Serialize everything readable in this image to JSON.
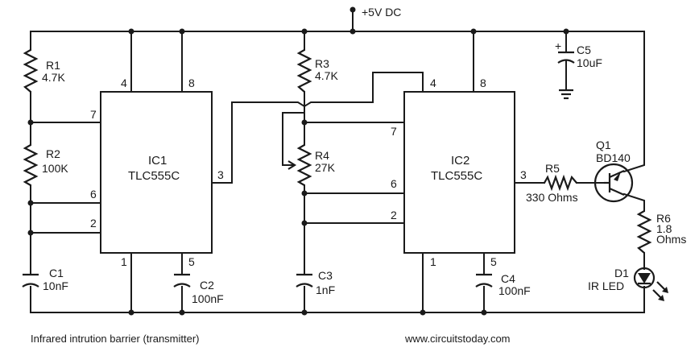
{
  "supply": {
    "label": "+5V DC"
  },
  "components": {
    "r1": {
      "ref": "R1",
      "value": "4.7K"
    },
    "r2": {
      "ref": "R2",
      "value": "100K"
    },
    "r3": {
      "ref": "R3",
      "value": "4.7K"
    },
    "r4": {
      "ref": "R4",
      "value": "27K"
    },
    "r5": {
      "ref": "R5",
      "value": "330 Ohms"
    },
    "r6": {
      "ref": "R6",
      "value": "1.8",
      "value2": "Ohms"
    },
    "c1": {
      "ref": "C1",
      "value": "10nF"
    },
    "c2": {
      "ref": "C2",
      "value": "100nF"
    },
    "c3": {
      "ref": "C3",
      "value": "1nF"
    },
    "c4": {
      "ref": "C4",
      "value": "100nF"
    },
    "c5": {
      "ref": "C5",
      "value": "10uF",
      "polarity": "+"
    },
    "q1": {
      "ref": "Q1",
      "value": "BD140"
    },
    "d1": {
      "ref": "D1",
      "value": "IR LED"
    }
  },
  "ic1": {
    "line1": "IC1",
    "line2": "TLC555C",
    "pins": {
      "p4": "4",
      "p8": "8",
      "p7": "7",
      "p6": "6",
      "p2": "2",
      "p1": "1",
      "p5": "5",
      "p3": "3"
    }
  },
  "ic2": {
    "line1": "IC2",
    "line2": "TLC555C",
    "pins": {
      "p4": "4",
      "p8": "8",
      "p7": "7",
      "p6": "6",
      "p2": "2",
      "p1": "1",
      "p5": "5",
      "p3": "3"
    }
  },
  "caption": {
    "title": "Infrared intrution barrier  (transmitter)",
    "website": "www.circuitstoday.com"
  }
}
